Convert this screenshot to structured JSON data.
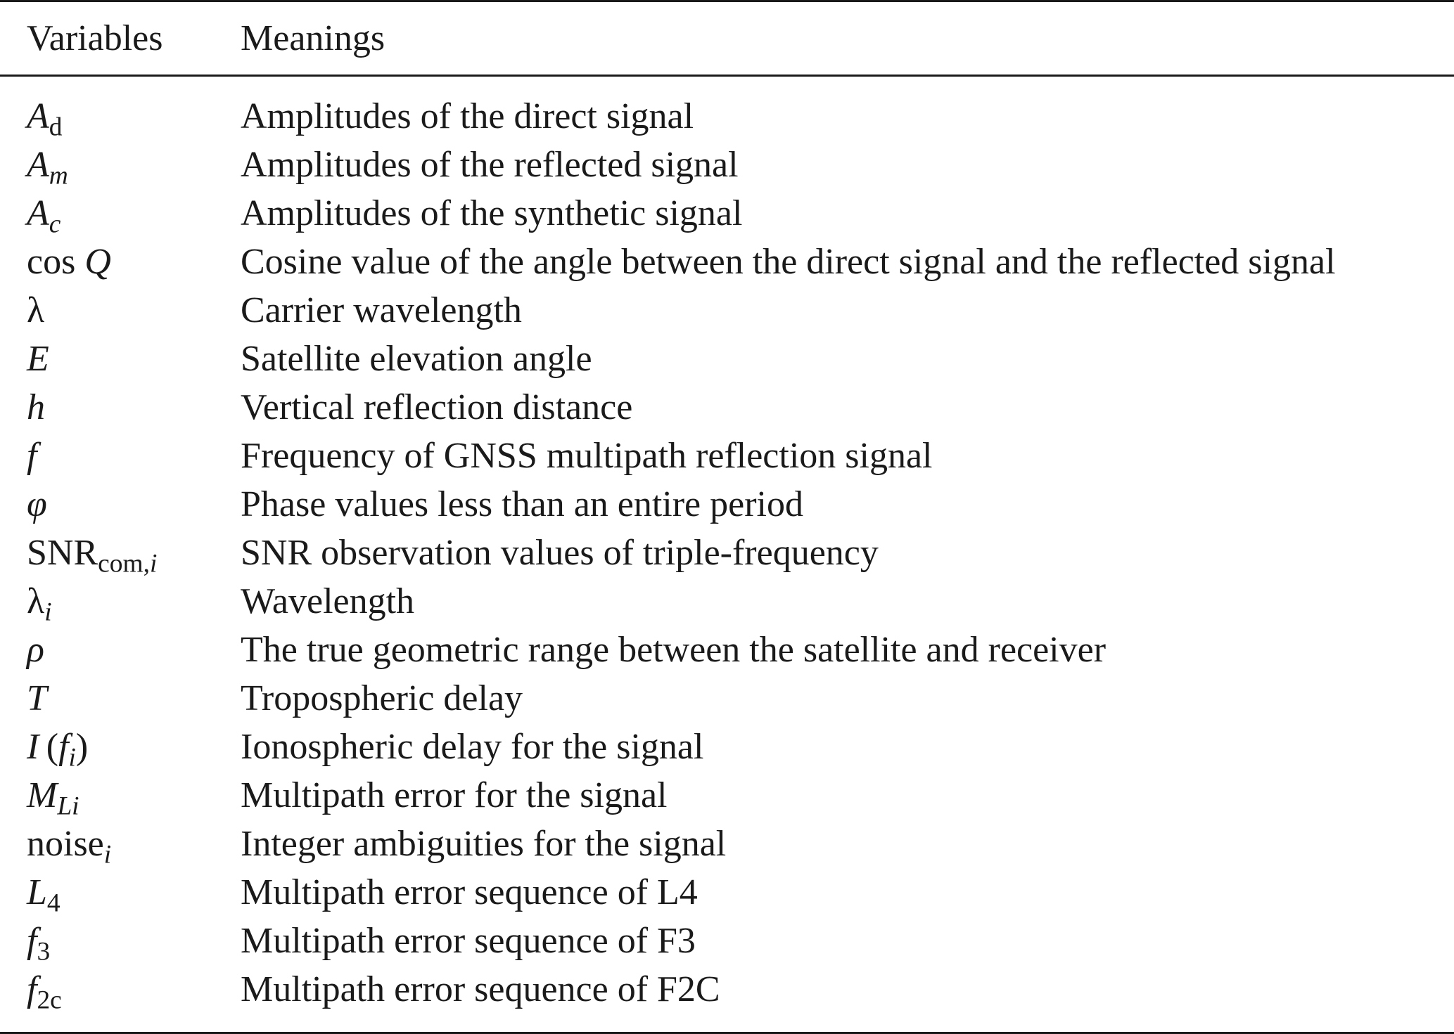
{
  "header": {
    "variables": "Variables",
    "meanings": "Meanings"
  },
  "rows": [
    {
      "sym": "A",
      "sub": "d",
      "meaning": "Amplitudes of the direct signal"
    },
    {
      "sym": "A",
      "sub": "m",
      "meaning": "Amplitudes of the reflected signal"
    },
    {
      "sym": "A",
      "sub": "c",
      "meaning": "Amplitudes of the synthetic signal"
    },
    {
      "pre": "cos ",
      "sym": "Q",
      "meaning": "Cosine value of the angle between the direct signal and the reflected signal"
    },
    {
      "sym": "λ",
      "meaning": "Carrier wavelength"
    },
    {
      "sym": "E",
      "meaning": "Satellite elevation angle"
    },
    {
      "sym": "h",
      "meaning": "Vertical reflection distance"
    },
    {
      "sym": "f",
      "meaning": "Frequency of GNSS multipath reflection signal"
    },
    {
      "sym": "φ",
      "meaning": "Phase values less than an entire period"
    },
    {
      "pre": "SNR",
      "sub": "com,",
      "sub2": "i",
      "meaning": "SNR observation values of triple-frequency"
    },
    {
      "sym": "λ",
      "sub": "i",
      "meaning": "Wavelength"
    },
    {
      "sym": "ρ",
      "meaning": "The true geometric range between the satellite and receiver"
    },
    {
      "sym": "T",
      "meaning": "Tropospheric delay"
    },
    {
      "sym": "I",
      "paren": "f",
      "psub": "i",
      "meaning": "Ionospheric delay for the signal"
    },
    {
      "sym": "M",
      "sub": "Li",
      "meaning": "Multipath error for the signal"
    },
    {
      "pre": "noise",
      "sub": "i",
      "meaning": "Integer ambiguities for the signal"
    },
    {
      "sym": "L",
      "sub": "4",
      "meaning": "Multipath error sequence of L4"
    },
    {
      "sym": "f",
      "sub": "3",
      "meaning": "Multipath error sequence of F3"
    },
    {
      "sym": "f",
      "sub": "2c",
      "meaning": "Multipath error sequence of F2C"
    }
  ]
}
